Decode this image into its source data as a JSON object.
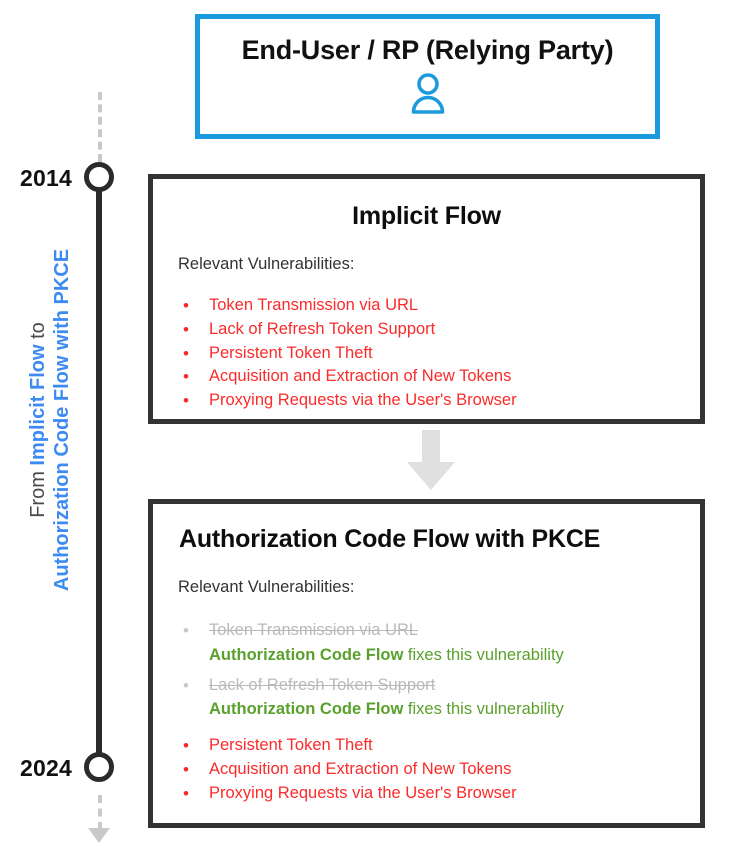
{
  "colors": {
    "accent_blue": "#1b9bdd",
    "caption_blue": "#3d8bf2",
    "vuln_red": "#fb2b2b",
    "fixed_green": "#5aa02c",
    "struck_gray": "#b9b9b9",
    "box_border": "#333333",
    "timeline_dark": "#2b2b2b",
    "timeline_dash": "#c9c9c9"
  },
  "timeline": {
    "caption_line1_plain": "From ",
    "caption_line1_accent": "Implicit Flow",
    "caption_line1_tail": " to",
    "caption_line2": "Authorization Code Flow with PKCE",
    "start_year": "2014",
    "end_year": "2024"
  },
  "enduser": {
    "title": "End-User / RP (Relying Party)",
    "icon": "user-icon"
  },
  "relevant_label": "Relevant Vulnerabilities:",
  "implicit_flow": {
    "title": "Implicit Flow",
    "relevant_label": "Relevant Vulnerabilities:",
    "vulnerabilities": [
      "Token Transmission via URL",
      "Lack of Refresh Token Support",
      "Persistent Token Theft",
      "Acquisition and Extraction of New Tokens",
      "Proxying Requests via the User's Browser"
    ]
  },
  "authorization_code_flow": {
    "title": "Authorization Code Flow with PKCE",
    "relevant_label": "Relevant Vulnerabilities:",
    "fixed": [
      {
        "text": "Token Transmission via URL",
        "fix_strong": "Authorization Code Flow",
        "fix_rest": " fixes this vulnerability"
      },
      {
        "text": "Lack of Refresh Token Support",
        "fix_strong": "Authorization Code Flow",
        "fix_rest": " fixes this vulnerability"
      }
    ],
    "remaining": [
      "Persistent Token Theft",
      "Acquisition and Extraction of New Tokens",
      "Proxying Requests via the User's Browser"
    ]
  },
  "transition_arrow": "down-arrow-icon"
}
